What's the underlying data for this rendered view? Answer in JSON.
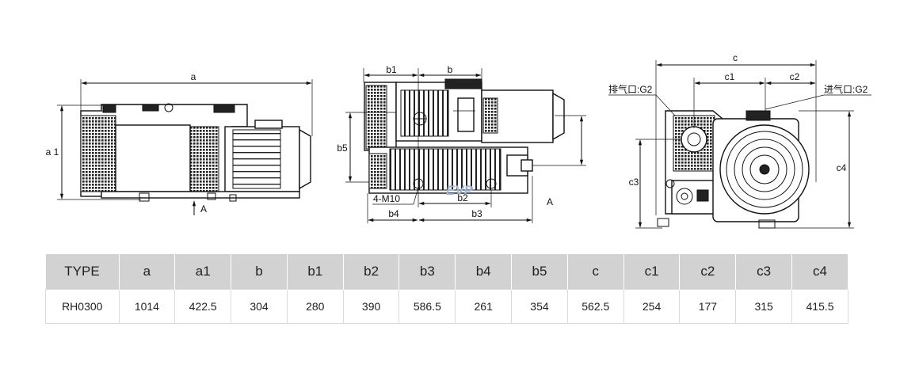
{
  "drawings": {
    "side_view": {
      "dims": [
        "a",
        "a 1",
        "A"
      ]
    },
    "top_view": {
      "dims": [
        "b1",
        "b",
        "b5",
        "b2",
        "b4",
        "b3",
        "4-M10",
        "A"
      ]
    },
    "front_view": {
      "dims": [
        "c",
        "c1",
        "c2",
        "c3",
        "c4"
      ],
      "callouts": [
        "排气口:G2",
        "进气口:G2"
      ]
    }
  },
  "spec_table": {
    "headers": [
      "TYPE",
      "a",
      "a1",
      "b",
      "b1",
      "b2",
      "b3",
      "b4",
      "b5",
      "c",
      "c1",
      "c2",
      "c3",
      "c4"
    ],
    "rows": [
      [
        "RH0300",
        "1014",
        "422.5",
        "304",
        "280",
        "390",
        "586.5",
        "261",
        "354",
        "562.5",
        "254",
        "177",
        "315",
        "415.5"
      ]
    ]
  }
}
